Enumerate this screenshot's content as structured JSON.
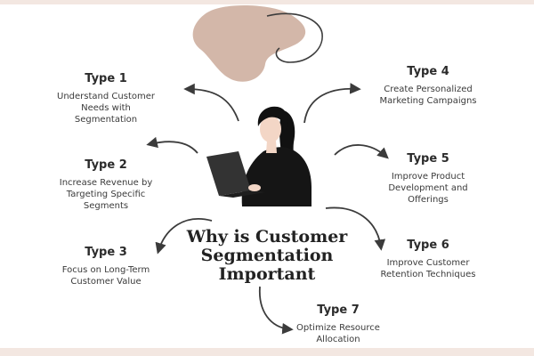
{
  "center": {
    "lines": [
      "Why is Customer",
      "Segmentation",
      "Important"
    ]
  },
  "types": [
    {
      "title": "Type 1",
      "lines": [
        "Understand Customer",
        "Needs with",
        "Segmentation"
      ]
    },
    {
      "title": "Type 2",
      "lines": [
        "Increase Revenue by",
        "Targeting Specific",
        "Segments"
      ]
    },
    {
      "title": "Type 3",
      "lines": [
        "Focus on Long-Term",
        "Customer Value"
      ]
    },
    {
      "title": "Type 4",
      "lines": [
        "Create Personalized",
        "Marketing Campaigns"
      ]
    },
    {
      "title": "Type 5",
      "lines": [
        "Improve Product",
        "Development and",
        "Offerings"
      ]
    },
    {
      "title": "Type 6",
      "lines": [
        "Improve Customer",
        "Retention Techniques"
      ]
    },
    {
      "title": "Type 7",
      "lines": [
        "Optimize Resource",
        "Allocation"
      ]
    }
  ],
  "colors": {
    "accent_band": "#f3e7e1",
    "blob": "#d3b7a9",
    "arrow": "#3b3b3b",
    "text": "#2b2b2b"
  },
  "icons": {
    "figure": "woman-with-laptop-illustration",
    "decoration": "blob-shape"
  }
}
